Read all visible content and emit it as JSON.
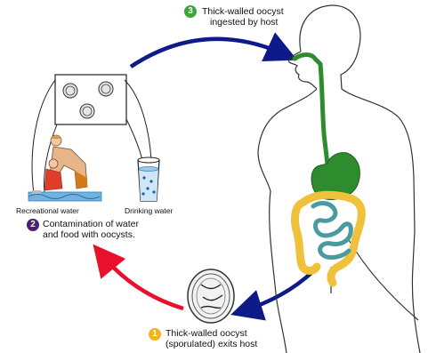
{
  "steps": [
    {
      "number": "1",
      "color": "#f5b21c",
      "line1": "Thick-walled oocyst",
      "line2": "(sporulated) exits host"
    },
    {
      "number": "2",
      "color": "#4b1f6f",
      "line1": "Contamination of water",
      "line2": "and food with oocysts."
    },
    {
      "number": "3",
      "color": "#3aa63a",
      "line1": "Thick-walled oocyst",
      "line2": "ingested by host"
    }
  ],
  "captions": {
    "recreational": "Recreational water",
    "drinking": "Drinking water"
  },
  "arrows": {
    "transmission_color": "#0d1a8a",
    "contamination_color": "#e8102a"
  },
  "anatomy": {
    "esophagus_color": "#2e8b2e",
    "small_intestine_color": "#4a9a9e",
    "large_intestine_color": "#f0c23c"
  }
}
